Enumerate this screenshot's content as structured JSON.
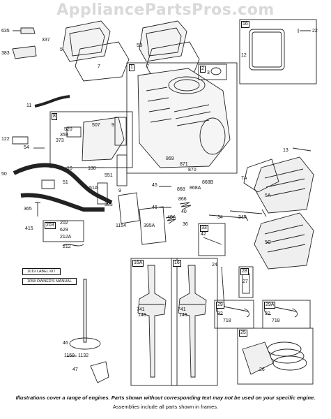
{
  "watermark": "AppliancePartsPros.com",
  "frames": {
    "f1": "1",
    "f2": "2",
    "f8": "8",
    "f16": "16",
    "f16a": "16A",
    "f28": "28",
    "f29": "29",
    "f29a": "29A",
    "f25": "25",
    "f33": "33",
    "f203": "203"
  },
  "labels": {
    "l635": "635",
    "l337": "337",
    "l383": "383",
    "l5": "5",
    "l7": "7",
    "l5b": "5B",
    "l7b": "7",
    "l3": "3",
    "l22": "22",
    "l12": "12",
    "l11": "11",
    "l520": "520",
    "l507": "507",
    "l359": "359",
    "l373": "373",
    "l9": "9",
    "l122": "122",
    "l54": "54",
    "l869": "869",
    "l871": "871",
    "l870": "870",
    "l13": "13",
    "l10": "10",
    "l188": "188",
    "l551": "551",
    "l50": "50",
    "l51": "51",
    "l51a": "51A",
    "l45": "45",
    "l868": "868",
    "l868a": "868A",
    "l868b": "868B",
    "l7a": "7A",
    "l5a": "5A",
    "l9b": "9",
    "l385": "385",
    "l45b": "45",
    "l866": "866",
    "l40": "40",
    "l365": "365",
    "l1154": "1154",
    "l395a": "395A",
    "l40a": "40A",
    "l36": "36",
    "l34": "34",
    "l34a": "34A",
    "l415": "415",
    "l202": "202",
    "l629": "629",
    "l212a": "212A",
    "l212": "212",
    "l42": "42",
    "l5c": "5C",
    "l24": "24",
    "l27": "27",
    "l741a": "741",
    "l146a": "146",
    "l741b": "741",
    "l146b": "146",
    "l32a": "32",
    "l718a": "718",
    "l32b": "32",
    "l718b": "718",
    "l46": "46",
    "l1159": "1159",
    "l1132": "1132",
    "l47": "47",
    "l26": "26"
  },
  "kits": {
    "label_kit": "1019 LABEL KIT",
    "owners_manual": "1058 OWNER'S MANUAL"
  },
  "footer": {
    "line1": "Illustrations cover a range of engines. Parts shown without corresponding text may not be used on your specific engine.",
    "line2": "Assemblies include all parts shown in frames."
  }
}
